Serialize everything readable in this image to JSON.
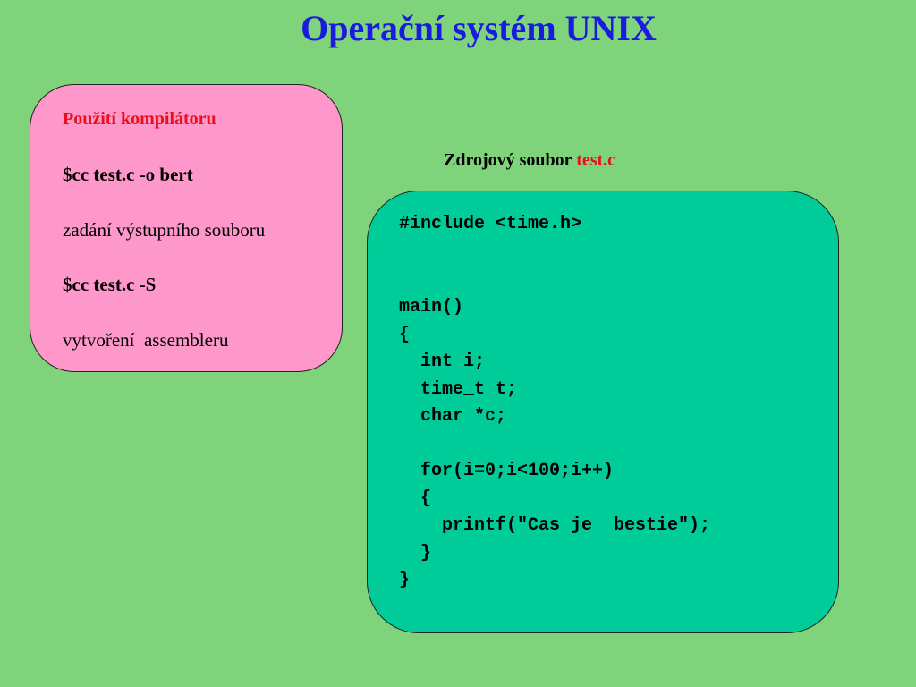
{
  "slide": {
    "title": "Operační systém UNIX"
  },
  "compiler_box": {
    "heading": "Použití kompilátoru",
    "command_1": "$cc test.c -o bert",
    "description_1": "zadání výstupního souboru",
    "command_2": "$cc test.c -S",
    "description_2": "vytvoření  assembleru"
  },
  "source_label": {
    "prefix": "Zdrojový soubor ",
    "filename": "test.c"
  },
  "code_box": {
    "lines": [
      "#include <time.h>",
      "main()",
      "{",
      "  int i;",
      "  time_t t;",
      "  char *c;",
      "  for(i=0;i<100;i++)",
      "  {",
      "    printf(\"Cas je  bestie\");",
      "  }",
      "}"
    ]
  },
  "colors": {
    "background": "#7fd37b",
    "title": "#1a1ae0",
    "pink_box": "#fe97ca",
    "code_box": "#00cc9a",
    "accent_red": "#e8101a"
  }
}
